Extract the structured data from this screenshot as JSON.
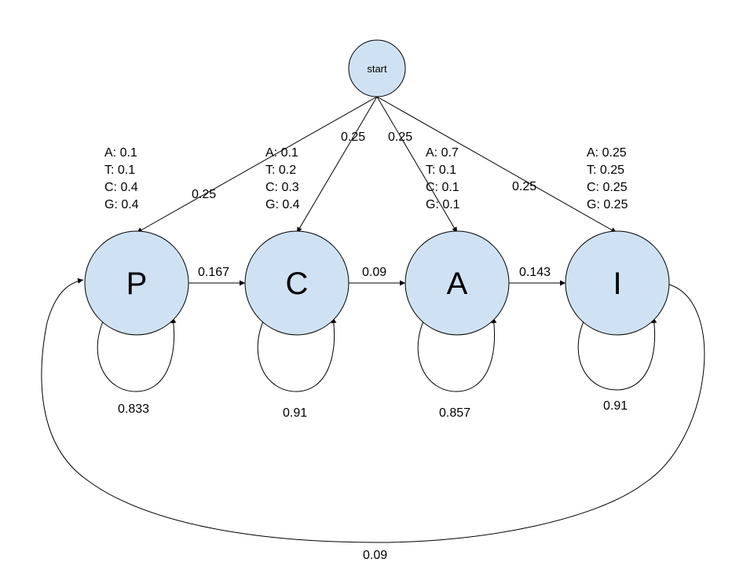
{
  "colors": {
    "node_fill": "#cfe2f3",
    "node_stroke": "#000000",
    "edge": "#000000"
  },
  "start_node": {
    "label": "start"
  },
  "states": [
    {
      "label": "P"
    },
    {
      "label": "C"
    },
    {
      "label": "A"
    },
    {
      "label": "I"
    }
  ],
  "start_transitions": [
    "0.25",
    "0.25",
    "0.25",
    "0.25"
  ],
  "forward_transitions": [
    "0.167",
    "0.09",
    "0.143"
  ],
  "self_loops": [
    "0.833",
    "0.91",
    "0.857",
    "0.91"
  ],
  "back_transition": "0.09",
  "emissions": [
    [
      "A: 0.1",
      "T: 0.1",
      "C: 0.4",
      "G: 0.4"
    ],
    [
      "A: 0.1",
      "T: 0.2",
      "C: 0.3",
      "G: 0.4"
    ],
    [
      "A: 0.7",
      "T: 0.1",
      "C: 0.1",
      "G: 0.1"
    ],
    [
      "A: 0.25",
      "T: 0.25",
      "C: 0.25",
      "G: 0.25"
    ]
  ]
}
